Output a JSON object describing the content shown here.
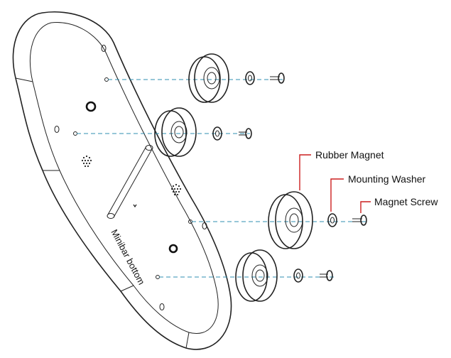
{
  "callouts": {
    "rubber_magnet": "Rubber Magnet",
    "mounting_washer": "Mounting Washer",
    "magnet_screw": "Magnet Screw"
  },
  "panel_label": "Minibar bottom",
  "colors": {
    "line": "#222222",
    "leader": "#cc1f1f",
    "axis_dash": "#2f8fb0"
  }
}
